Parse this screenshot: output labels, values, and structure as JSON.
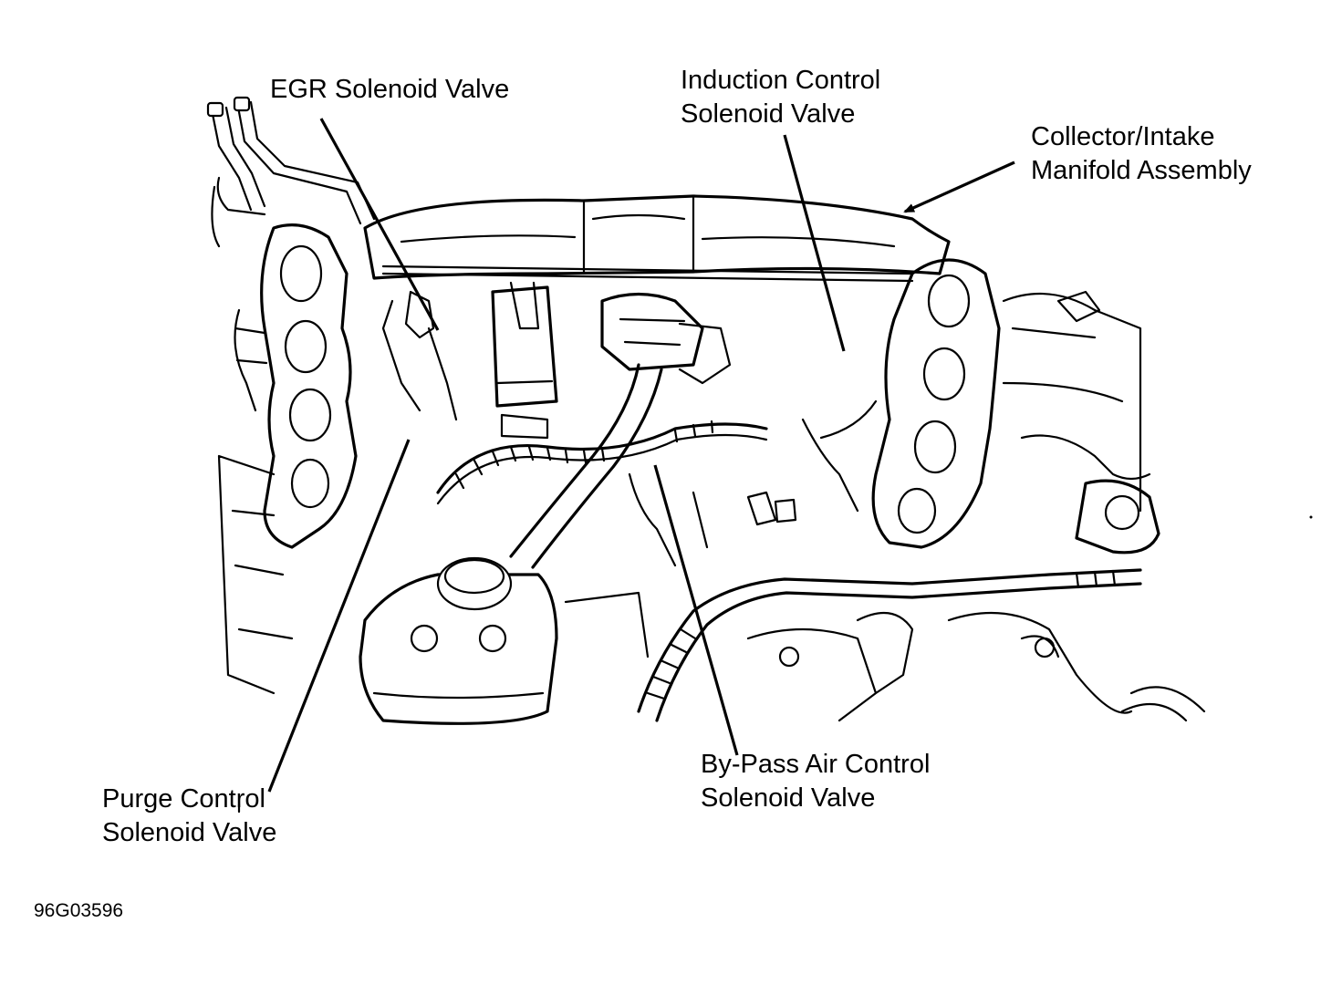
{
  "labels": {
    "egr_solenoid": "EGR Solenoid Valve",
    "induction_control_line1": "Induction Control",
    "induction_control_line2": "Solenoid Valve",
    "collector_line1": "Collector/Intake",
    "collector_line2": "Manifold Assembly",
    "purge_control_line1": "Purge Control",
    "purge_control_line2": "Solenoid Valve",
    "bypass_air_line1": "By-Pass Air Control",
    "bypass_air_line2": "Solenoid Valve"
  },
  "figure_id": "96G03596"
}
